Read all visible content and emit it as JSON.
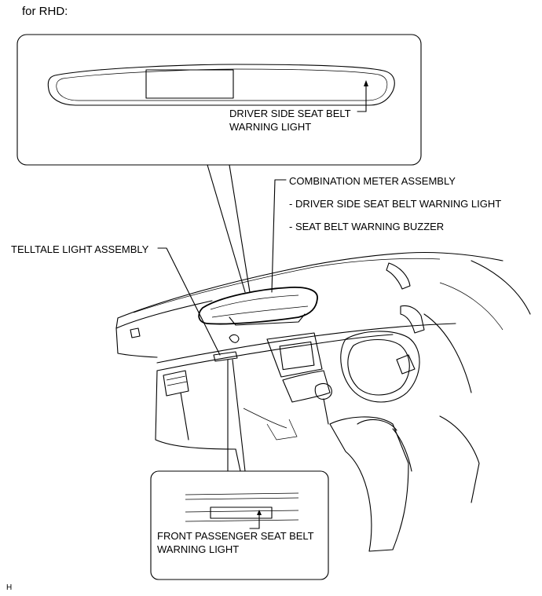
{
  "heading": "for RHD:",
  "callouts": {
    "driver_light": [
      "DRIVER SIDE SEAT BELT",
      "WARNING LIGHT"
    ],
    "combination_meter": "COMBINATION METER ASSEMBLY",
    "meter_item_1": "- DRIVER SIDE SEAT BELT WARNING LIGHT",
    "meter_item_2": "- SEAT BELT WARNING BUZZER",
    "telltale": "TELLTALE LIGHT ASSEMBLY",
    "passenger_light": [
      "FRONT PASSENGER SEAT BELT",
      "WARNING LIGHT"
    ]
  },
  "footer_code": "H"
}
